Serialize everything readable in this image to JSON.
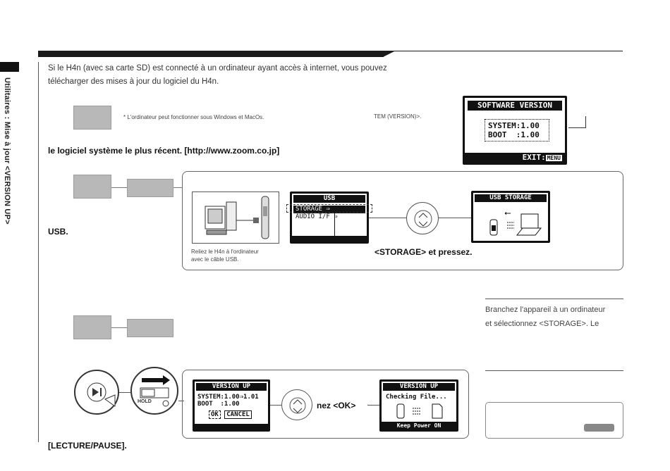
{
  "sidebar": {
    "label": "Utilitaires : Mise à jour <VERSION UP>"
  },
  "intro": {
    "line1": "Si le H4n (avec sa carte SD) est connecté à un ordinateur ayant accès à internet, vous pouvez",
    "line2": "télécharger des mises à jour du logiciel du H4n."
  },
  "notes": {
    "os": "* L'ordinateur peut fonctionner sous Windows et MacOs.",
    "tem": "TEM (VERSION)>.",
    "latest": "le logiciel système le plus récent. [http://www.zoom.co.jp]",
    "usb": "USB.",
    "lecture": "[LECTURE/PAUSE]."
  },
  "software_lcd": {
    "title": "SOFTWARE VERSION",
    "system": "SYSTEM:1.00",
    "boot": "BOOT  :1.00",
    "exit": "EXIT:",
    "menu": "MENU"
  },
  "usb_lcd": {
    "title": "USB",
    "item1": "STORAGE",
    "item2": "AUDIO I/F"
  },
  "usb_storage_lcd": {
    "title": "USB STORAGE"
  },
  "captions": {
    "connect_line1": "Reliez le H4n à l'ordinateur",
    "connect_line2": "avec le câble USB.",
    "storage_press": "<STORAGE> et pressez.",
    "ok_press": "nez <OK>",
    "hold": "HOLD"
  },
  "versionup_lcd": {
    "title": "VERSION UP",
    "system": "SYSTEM:1.00⇒1.01",
    "boot": "BOOT  :1.00",
    "ok": "OK",
    "cancel": "CANCEL"
  },
  "checking_lcd": {
    "title": "VERSION UP",
    "checking": "Checking File...",
    "keep": "Keep Power ON"
  },
  "right_text": {
    "line1": "Branchez l'appareil à un ordinateur",
    "line2": "et sélectionnez <STORAGE>. Le"
  }
}
